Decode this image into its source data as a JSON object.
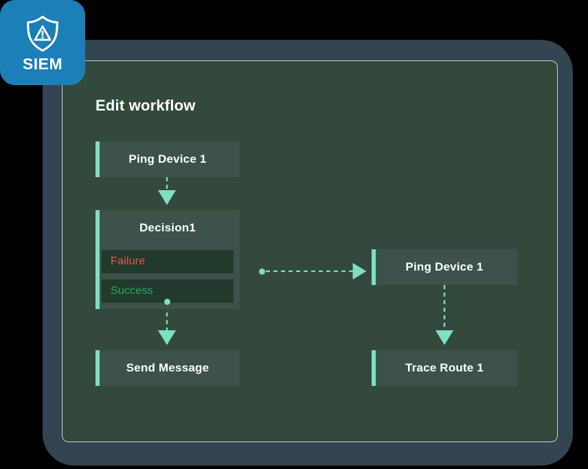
{
  "badge": {
    "label": "SIEM",
    "icon": "shield-warning-icon",
    "background_color": "#1b7fb8",
    "text_color": "#ffffff"
  },
  "frame": {
    "outer_color": "#334453",
    "panel_color": "#32493c",
    "panel_border_color": "#cfd8d3",
    "page_background": "#000000"
  },
  "panel": {
    "title": "Edit workflow"
  },
  "theme": {
    "node_background": "#3d5249",
    "branch_row_background": "#223a2c",
    "accent_bar": "#7fdfc2",
    "edge_color": "#7fdfc2",
    "node_text": "#ffffff",
    "failure_text": "#f0574f",
    "success_text": "#2faa5e"
  },
  "workflow": {
    "nodes": [
      {
        "id": "ping-device-1",
        "label": "Ping Device 1",
        "type": "action"
      },
      {
        "id": "decision-1",
        "label": "Decision1",
        "type": "decision"
      },
      {
        "id": "send-message",
        "label": "Send Message",
        "type": "action"
      },
      {
        "id": "ping-device-2",
        "label": "Ping Device 1",
        "type": "action"
      },
      {
        "id": "trace-route-1",
        "label": "Trace Route 1",
        "type": "action"
      }
    ],
    "branches": [
      {
        "id": "failure",
        "label": "Failure",
        "color": "#f0574f"
      },
      {
        "id": "success",
        "label": "Success",
        "color": "#2faa5e"
      }
    ],
    "edges": [
      {
        "from": "ping-device-1",
        "to": "decision-1",
        "style": "dashed",
        "direction": "down"
      },
      {
        "from": "failure",
        "to": "ping-device-2",
        "style": "dashed",
        "direction": "right"
      },
      {
        "from": "success",
        "to": "send-message",
        "style": "dashed",
        "direction": "down"
      },
      {
        "from": "ping-device-2",
        "to": "trace-route-1",
        "style": "dashed",
        "direction": "down"
      }
    ]
  }
}
